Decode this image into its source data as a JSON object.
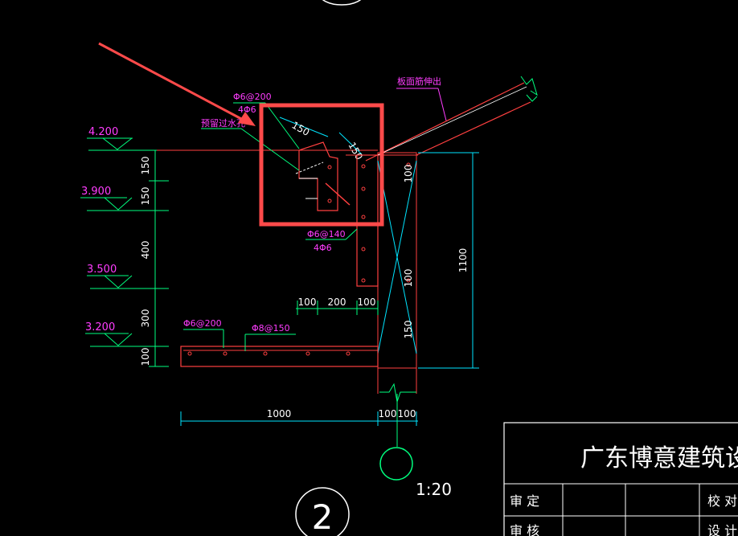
{
  "elevations": [
    "4.200",
    "3.900",
    "3.500",
    "3.200"
  ],
  "dims_vertical_left": [
    "150",
    "150",
    "400",
    "300",
    "100"
  ],
  "dims_right": "1100",
  "dims_vertical_wall": [
    "100",
    "100",
    "150"
  ],
  "dims_horizontal_mid": [
    "100",
    "200",
    "100"
  ],
  "dims_bottom": [
    "1000",
    "100",
    "100"
  ],
  "dims_gutter": [
    "150",
    "150"
  ],
  "rebar": {
    "gutter_top": "Φ6@200",
    "gutter_bottom": "4Φ6",
    "wall": "Φ6@140",
    "wall_bottom": "4Φ6",
    "slab_left": "Φ6@200",
    "slab_right": "Φ8@150"
  },
  "notes": {
    "drain": "预留过水孔",
    "roof": "板面筋伸出"
  },
  "scale": "1:20",
  "detail_number": "2",
  "title_block": {
    "company": "广东博意建筑设计院",
    "row1_left": "审  定",
    "row1_right": "校  对",
    "row2_left": "审  核",
    "row2_right": "设  计"
  },
  "colors": {
    "background": "#000000",
    "elevation": "#ff3dff",
    "dimension": "#00ff7f",
    "concrete": "#ff4040",
    "highlight": "#ff4a4a",
    "cyan": "#00e5ff"
  }
}
